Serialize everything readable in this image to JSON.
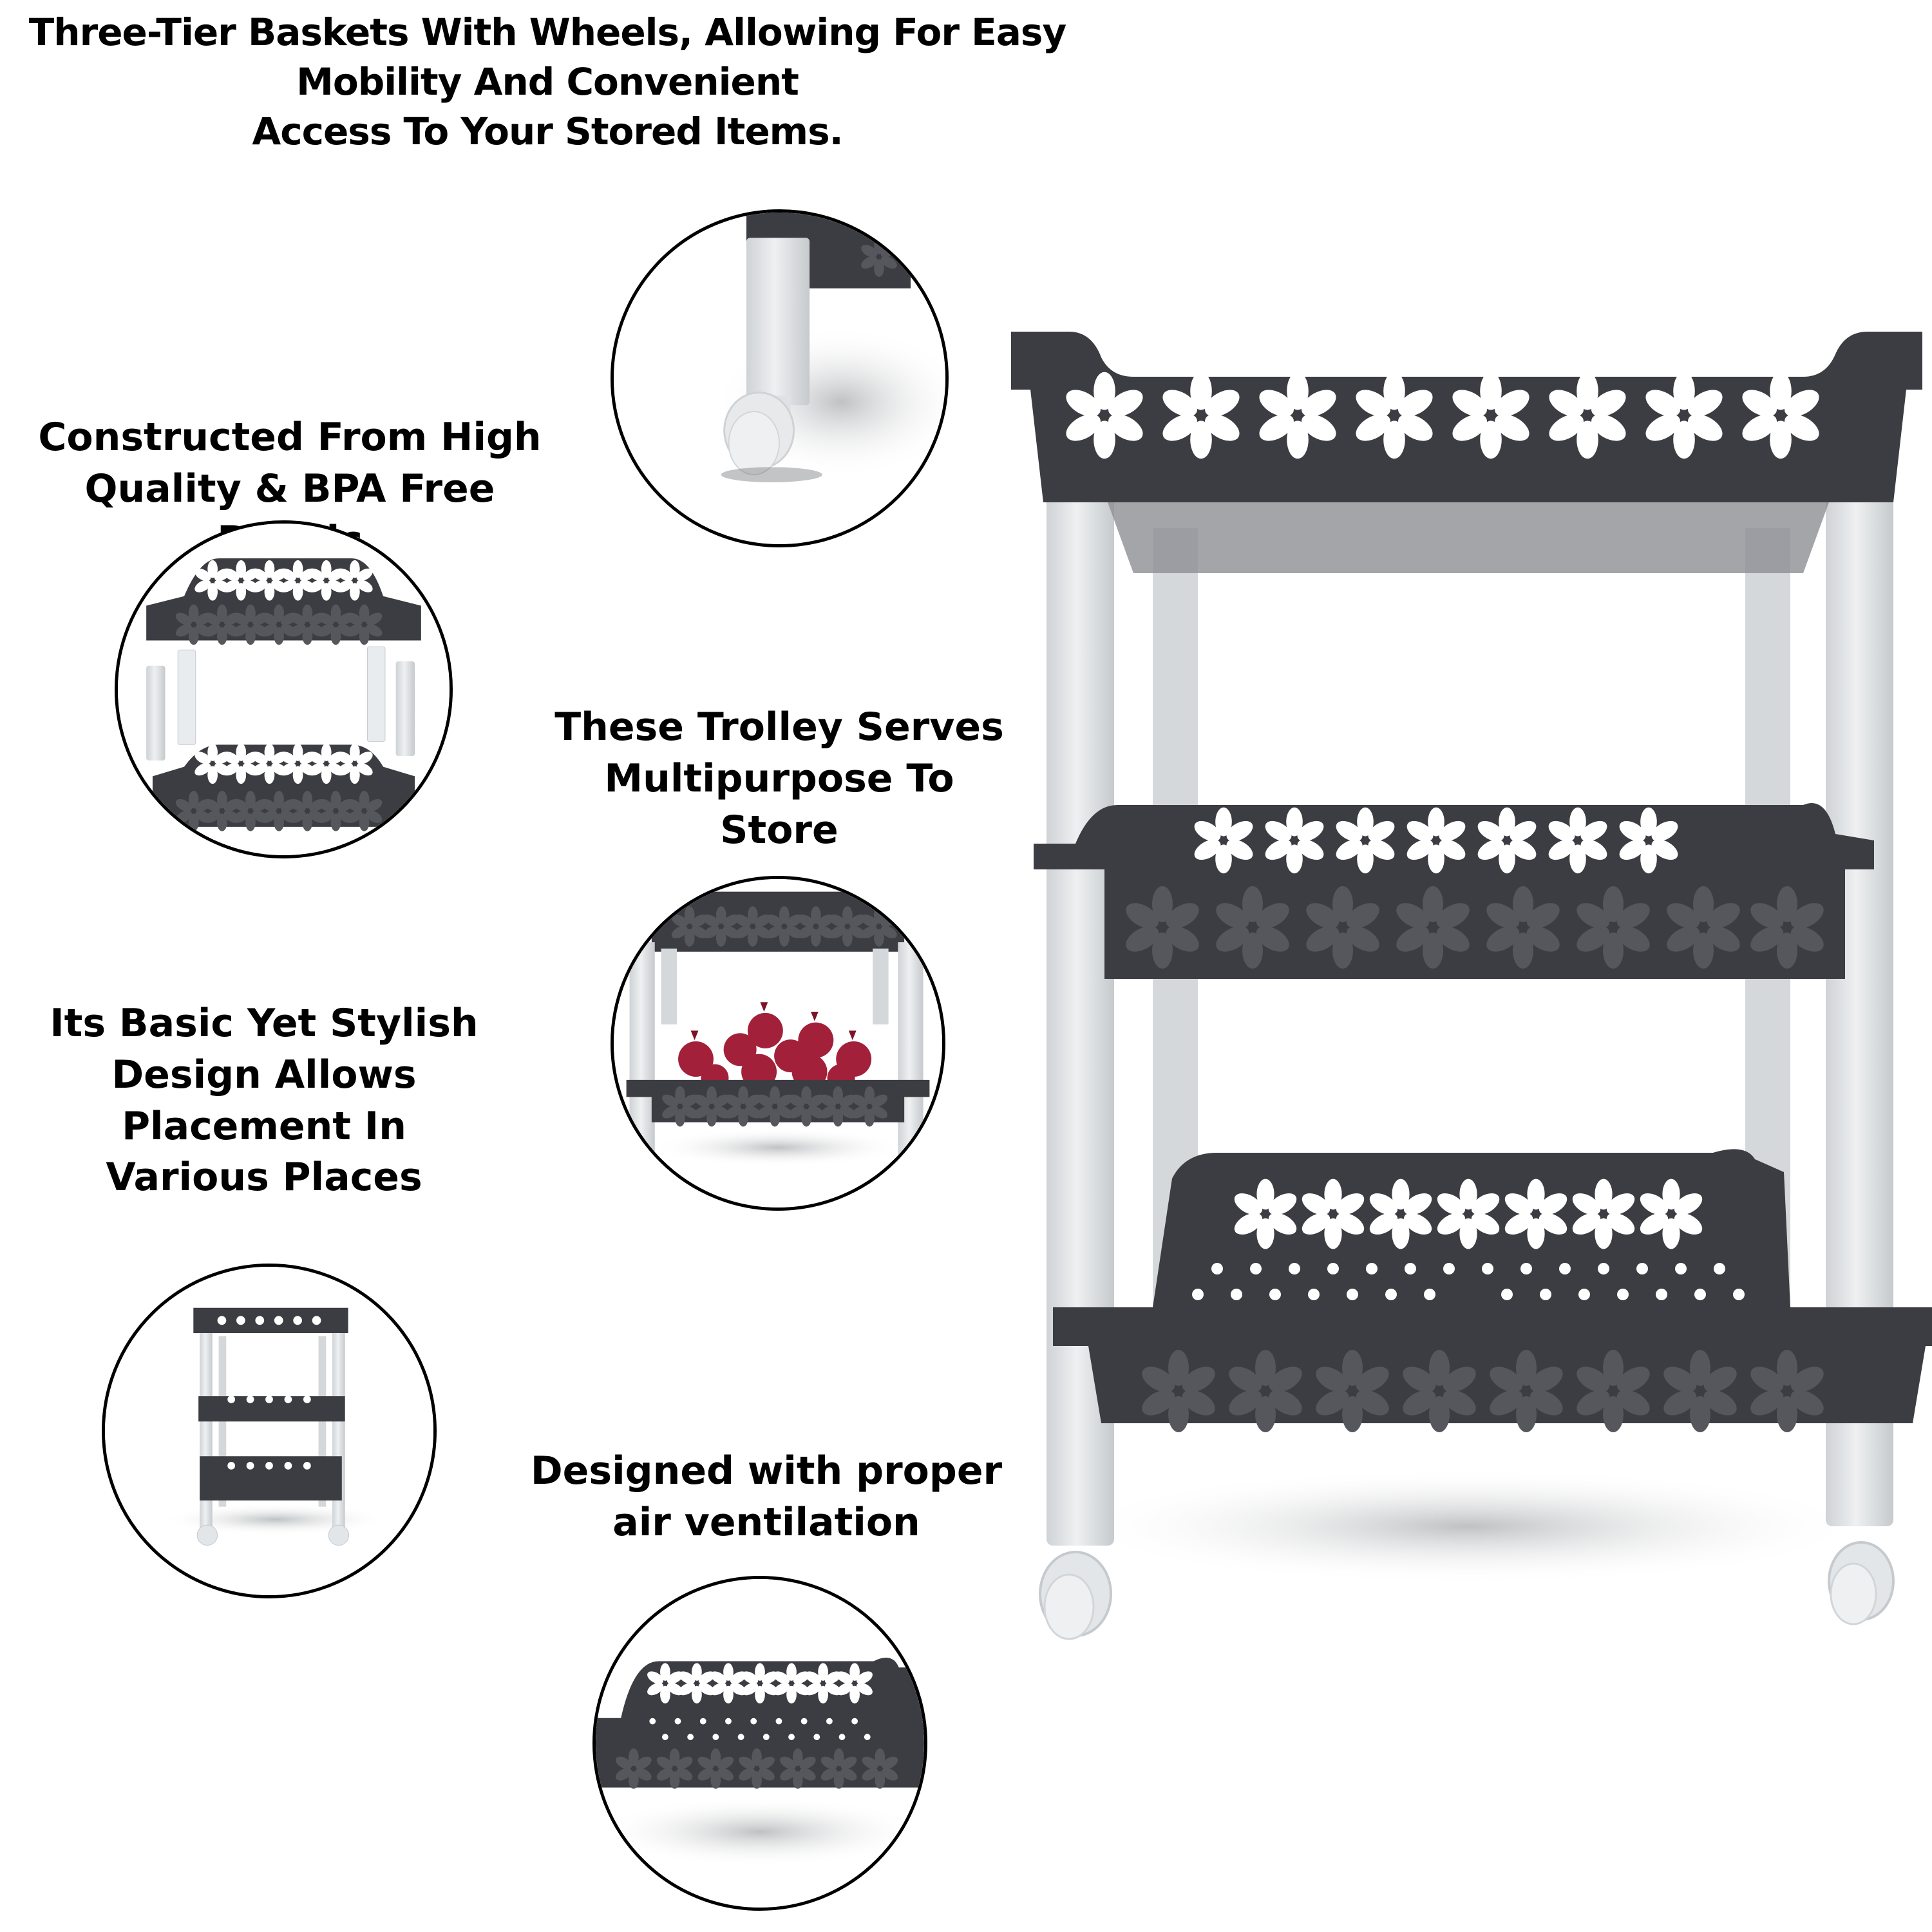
{
  "captions": {
    "headline": "Three-Tier Baskets With Wheels, Allowing For Easy\nMobility And Convenient\nAccess To Your Stored Items.",
    "material": "Constructed From High\nQuality & BPA Free Plastic",
    "multipurpose": "These Trolley Serves\nMultipurpose To Store",
    "design": "Its Basic Yet Stylish\nDesign Allows\nPlacement In\nVarious Places",
    "ventilation": "Designed with proper\nair ventilation"
  },
  "callouts": [
    {
      "id": "wheel-closeup",
      "depicts": "caster wheel and white leg"
    },
    {
      "id": "assembly-parts",
      "depicts": "two baskets with detachable legs"
    },
    {
      "id": "onion-basket",
      "depicts": "basket filled with red onions"
    },
    {
      "id": "full-trolley",
      "depicts": "complete three-tier trolley"
    },
    {
      "id": "ventilated-basket",
      "depicts": "perforated basket with flower cut-outs"
    }
  ],
  "product": {
    "name": "Three-tier trolley",
    "tiers": 3,
    "wheels": 4,
    "colors": {
      "basket": "#3c3d42",
      "basket_shadow": "#2a2b2f",
      "leg": "#e3e6e8",
      "leg_shade": "#c9cdd0",
      "onion": "#a3203a"
    }
  }
}
